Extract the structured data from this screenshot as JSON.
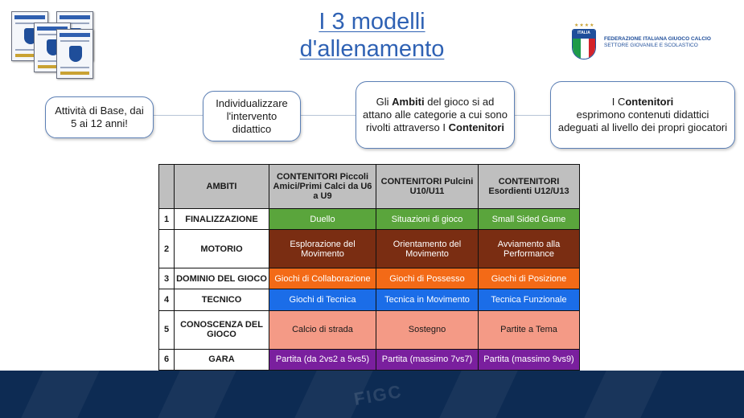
{
  "title": {
    "line1": "I 3 modelli",
    "line2": "d'allenamento"
  },
  "logo": {
    "stars": "★★★★",
    "shield_word": "ITALIA",
    "line1": "FEDERAZIONE ITALIANA GIUOCO CALCIO",
    "line2": "SETTORE GIOVANILE E SCOLASTICO"
  },
  "flow": [
    {
      "text": "Attività di Base, dai 5 ai 12 anni!"
    },
    {
      "text": "Individualizzare l'intervento didattico"
    },
    {
      "pre": "Gli ",
      "b1": "Ambiti",
      "mid": " del gioco si ad attano alle categorie a cui sono rivolti attraverso I ",
      "b2": "Contenitori"
    },
    {
      "pre": "I C",
      "b1": "ontenitori",
      "rest": " esprimono contenuti didattici adeguati al livello dei propri giocatori"
    }
  ],
  "table": {
    "headers": [
      "",
      "AMBITI",
      "CONTENITORI Piccoli Amici/Primi Calci da U6 a U9",
      "CONTENITORI Pulcini U10/U11",
      "CONTENITORI Esordienti U12/U13"
    ],
    "rows": [
      {
        "num": "1",
        "ambito": "FINALIZZAZIONE",
        "cells": [
          "Duello",
          "Situazioni di gioco",
          "Small Sided Game"
        ]
      },
      {
        "num": "2",
        "ambito": "MOTORIO",
        "cells": [
          "Esplorazione del Movimento",
          "Orientamento del Movimento",
          "Avviamento alla Performance"
        ]
      },
      {
        "num": "3",
        "ambito": "DOMINIO DEL GIOCO",
        "cells": [
          "Giochi di Collaborazione",
          "Giochi di Possesso",
          "Giochi di Posizione"
        ]
      },
      {
        "num": "4",
        "ambito": "TECNICO",
        "cells": [
          "Giochi di Tecnica",
          "Tecnica in Movimento",
          "Tecnica Funzionale"
        ]
      },
      {
        "num": "5",
        "ambito": "CONOSCENZA DEL GIOCO",
        "cells": [
          "Calcio di strada",
          "Sostegno",
          "Partite a Tema"
        ]
      },
      {
        "num": "6",
        "ambito": "GARA",
        "cells": [
          "Partita (da 2vs2 a 5vs5)",
          "Partita (massimo 7vs7)",
          "Partita (massimo 9vs9)"
        ]
      }
    ]
  },
  "footer": {
    "watermark": "FIGC"
  },
  "colors": {
    "title_blue": "#2f62b4",
    "box_border": "#5b7fb5",
    "finalizzazione": "#5aa53c",
    "motorio": "#7a2d12",
    "dominio": "#f36a17",
    "tecnico": "#1b6de8",
    "conoscenza": "#f49a86",
    "gara": "#7a1f9e",
    "footer_band": "#0d2b53"
  }
}
